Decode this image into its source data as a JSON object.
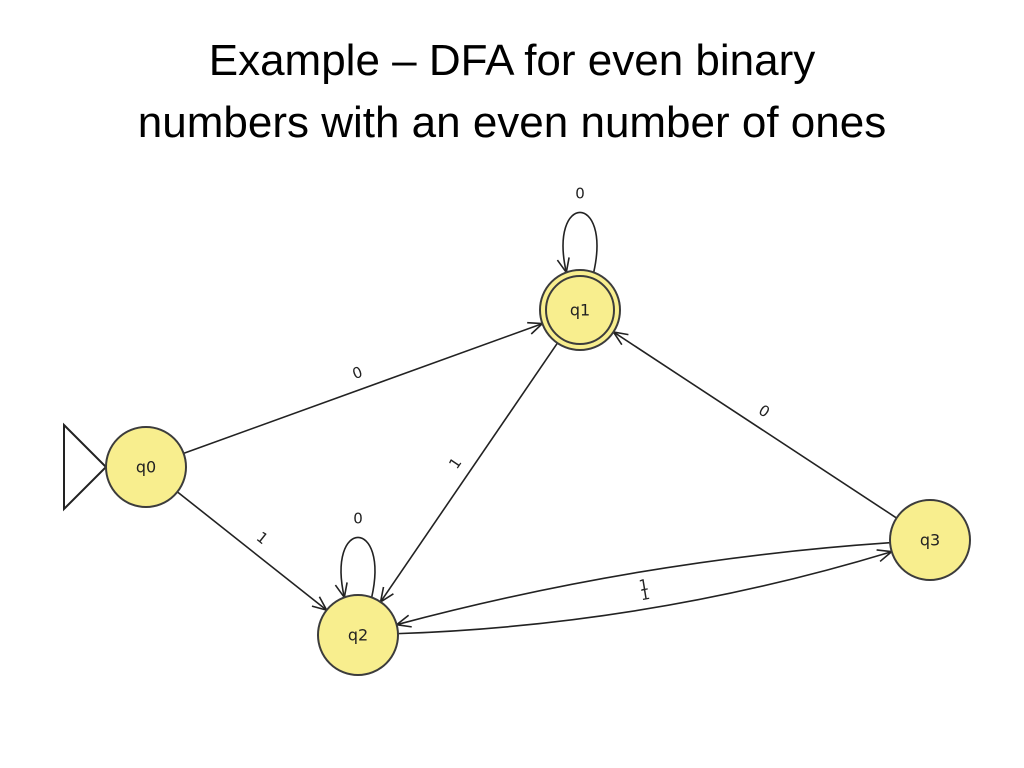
{
  "title": {
    "line1": "Example – DFA for even binary",
    "line2": "numbers with an even number of ones"
  },
  "colors": {
    "state_fill": "#f8ee8e",
    "state_stroke": "#3c3c3c",
    "edge": "#222222"
  },
  "dfa": {
    "start_state": "q0",
    "accept_states": [
      "q1"
    ],
    "states": [
      {
        "id": "q0",
        "label": "q0"
      },
      {
        "id": "q1",
        "label": "q1"
      },
      {
        "id": "q2",
        "label": "q2"
      },
      {
        "id": "q3",
        "label": "q3"
      }
    ],
    "transitions": [
      {
        "from": "q0",
        "to": "q1",
        "label": "0"
      },
      {
        "from": "q0",
        "to": "q2",
        "label": "1"
      },
      {
        "from": "q1",
        "to": "q1",
        "label": "0"
      },
      {
        "from": "q1",
        "to": "q2",
        "label": "1"
      },
      {
        "from": "q2",
        "to": "q2",
        "label": "0"
      },
      {
        "from": "q2",
        "to": "q3",
        "label": "1"
      },
      {
        "from": "q3",
        "to": "q1",
        "label": "0"
      },
      {
        "from": "q3",
        "to": "q2",
        "label": "1"
      }
    ]
  }
}
